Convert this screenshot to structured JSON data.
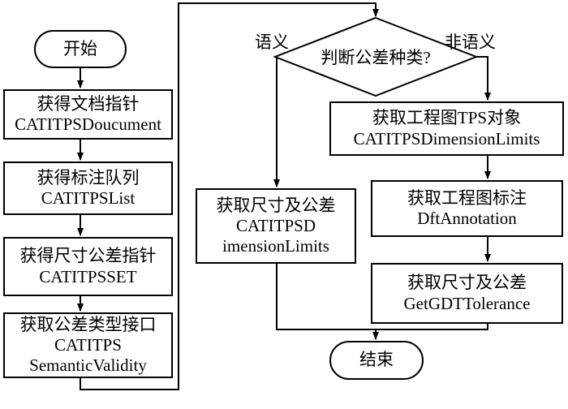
{
  "nodes": {
    "start": {
      "text": "开始"
    },
    "get_doc_ptr": {
      "line1": "获得文档指针",
      "line2": "CATITPSDoucument"
    },
    "get_anno_list": {
      "line1": "获得标注队列",
      "line2": "CATITPSList"
    },
    "get_tol_ptr": {
      "line1": "获得尺寸公差指针",
      "line2": "CATITPSSET"
    },
    "get_tol_type_iface": {
      "line1": "获取公差类型接口",
      "line2": "CATITPS",
      "line3": "SemanticValidity"
    },
    "decision": {
      "text": "判断公差种类?"
    },
    "semantic_get_dim": {
      "line1": "获取尺寸及公差",
      "line2": "CATITPSD",
      "line3": "imensionLimits"
    },
    "get_drawing_tps": {
      "line1": "获取工程图TPS对象",
      "line2": "CATITPSDimensionLimits"
    },
    "get_drawing_anno": {
      "line1": "获取工程图标注",
      "line2": "DftAnnotation"
    },
    "get_dim_tol": {
      "line1": "获取尺寸及公差",
      "line2": "GetGDTTolerance"
    },
    "end": {
      "text": "结束"
    }
  },
  "branches": {
    "semantic": "语义",
    "non_semantic": "非语义"
  }
}
